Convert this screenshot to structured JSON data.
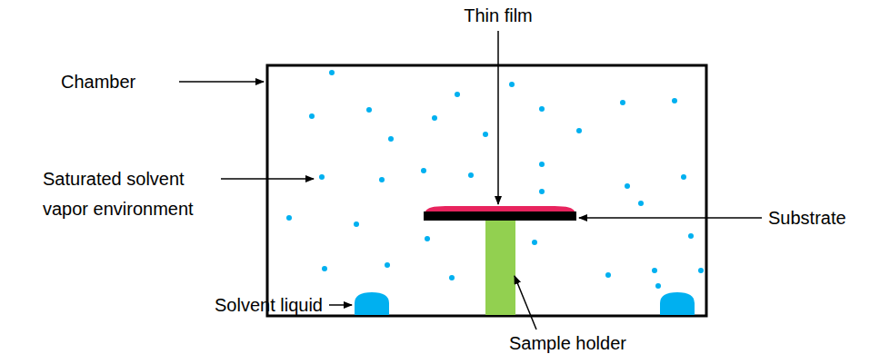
{
  "diagram": {
    "labels": [
      "Thin film",
      "Chamber",
      "Saturated solvent vapor environment",
      "Substrate",
      "Solvent liquid",
      "Sample holder"
    ]
  }
}
